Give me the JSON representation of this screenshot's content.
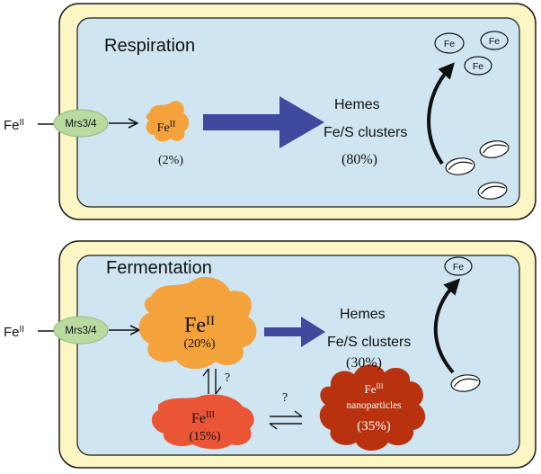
{
  "colors": {
    "outer_fill": "#fbf6c3",
    "inner_fill": "#cfe6f2",
    "transporter": "#b9dba0",
    "fe2_blob": "#f4a23c",
    "fe3_blob": "#ea5536",
    "nanoparticle_blob": "#b8320f",
    "big_arrow": "#3d4a9e"
  },
  "icons": [
    "mitochondrion-icon",
    "iron-atom-icon",
    "protein-blob-icon"
  ],
  "respiration": {
    "title": "Respiration",
    "external_iron": "Fe",
    "external_iron_ox": "II",
    "transporter": "Mrs3/4",
    "pool_label": "Fe",
    "pool_ox": "II",
    "pool_pct": "(2%)",
    "target_hemes": "Hemes",
    "target_clusters": "Fe/S clusters",
    "target_pct": "(80%)",
    "fe_atoms": [
      "Fe",
      "Fe",
      "Fe"
    ]
  },
  "fermentation": {
    "title": "Fermentation",
    "external_iron": "Fe",
    "external_iron_ox": "II",
    "transporter": "Mrs3/4",
    "pool_label": "Fe",
    "pool_ox": "II",
    "pool_pct": "(20%)",
    "question_vertical": "?",
    "question_horizontal": "?",
    "fe3_label": "Fe",
    "fe3_ox": "III",
    "fe3_pct": "(15%)",
    "nano_label": "Fe",
    "nano_ox": "III",
    "nano_word": "nanoparticles",
    "nano_pct": "(35%)",
    "target_hemes": "Hemes",
    "target_clusters": "Fe/S clusters",
    "target_pct": "(30%)",
    "fe_atoms": [
      "Fe"
    ]
  }
}
